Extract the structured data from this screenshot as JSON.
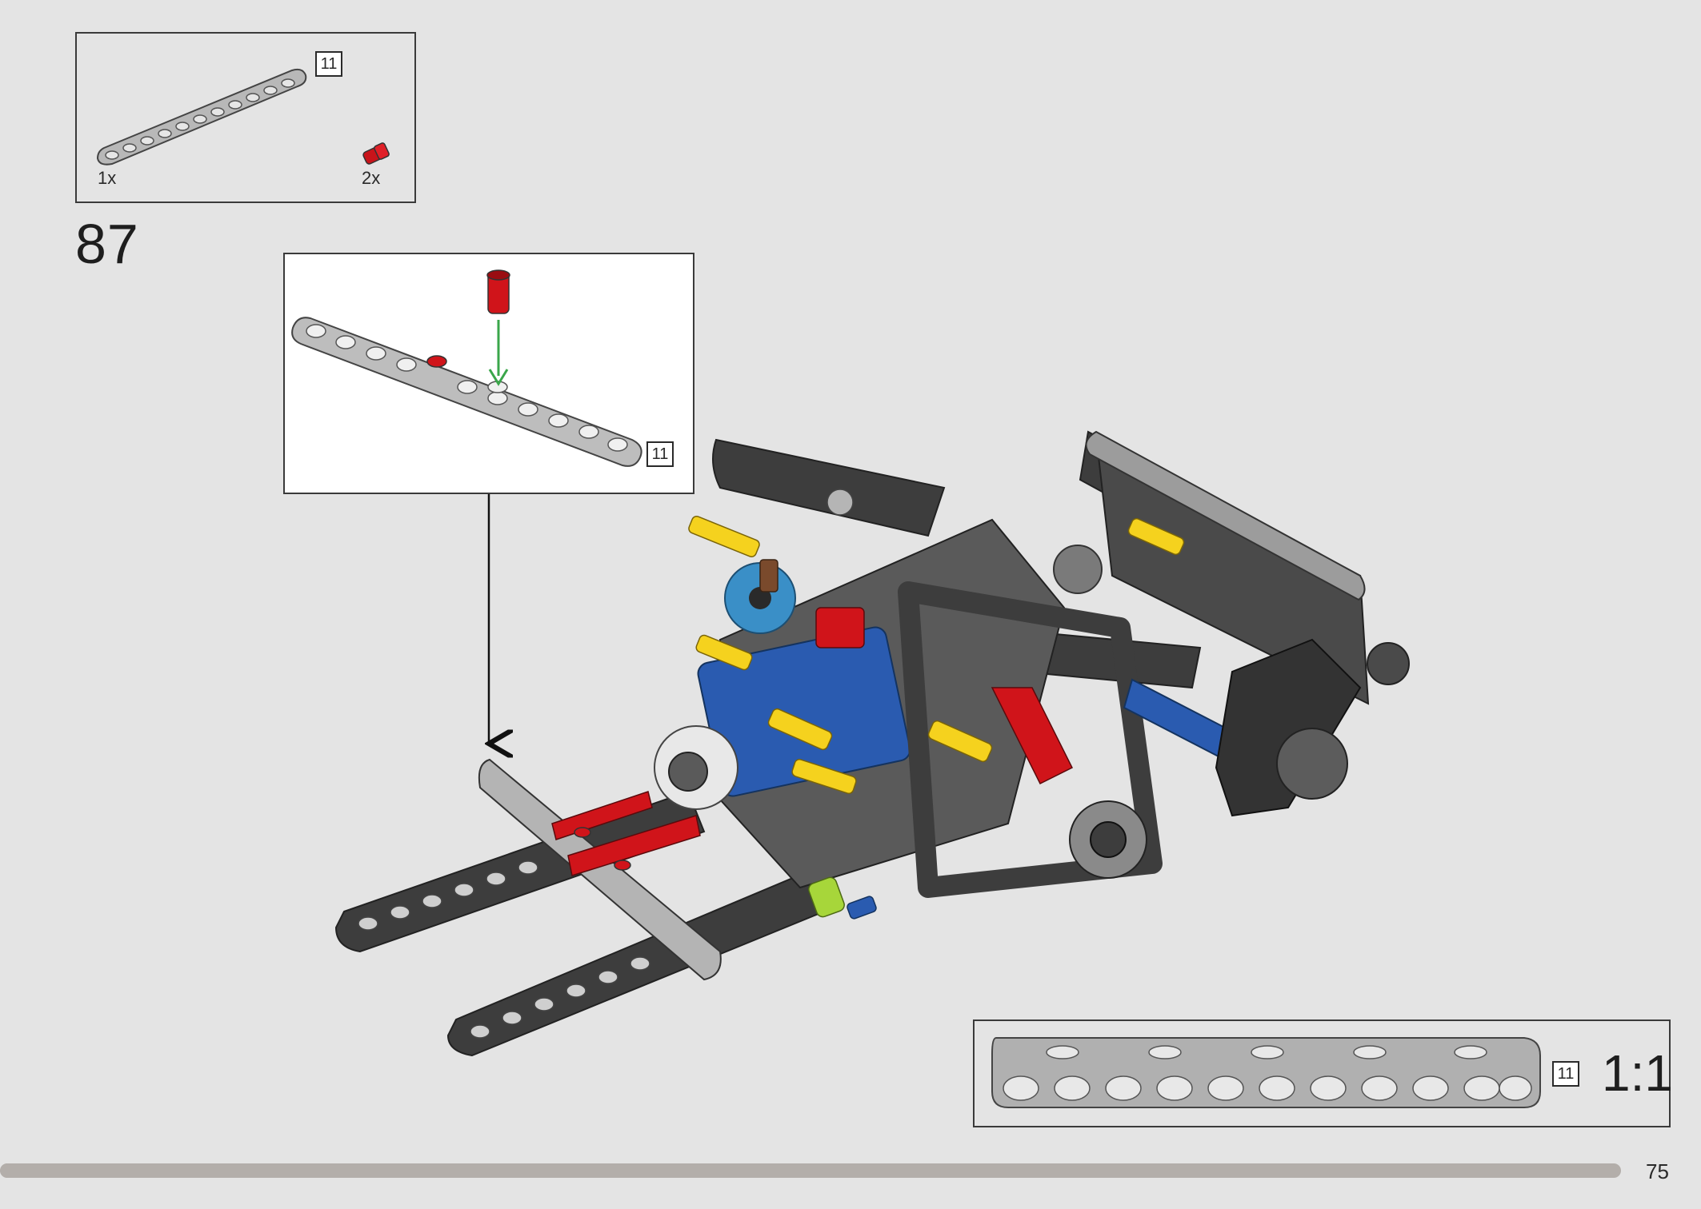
{
  "step": {
    "number": "87"
  },
  "parts_list": [
    {
      "part": "11-hole beam",
      "color": "light-gray",
      "quantity": "1x",
      "length": "11"
    },
    {
      "part": "axle pin",
      "color": "red",
      "quantity": "2x"
    }
  ],
  "callout": {
    "length_badge": "11"
  },
  "ruler": {
    "length_badge": "11",
    "scale": "1:1"
  },
  "page": {
    "number": "75",
    "progress_percent": 96
  },
  "colors": {
    "background": "#e4e4e4",
    "beam_light": "#a8a8a8",
    "beam_dark": "#3d3d3d",
    "blue": "#2a5bb0",
    "red": "#d0141a",
    "yellow": "#f5d21e",
    "lime": "#a7d63a",
    "arrow_green": "#3aa64a"
  }
}
